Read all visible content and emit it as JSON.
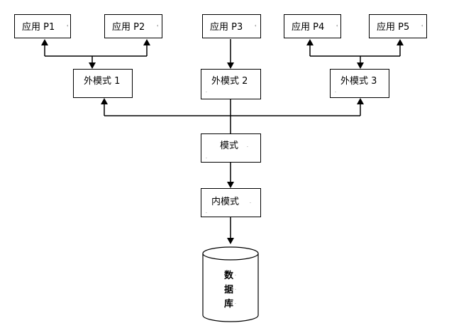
{
  "applications": [
    {
      "id": "P1",
      "label": "应用 P1"
    },
    {
      "id": "P2",
      "label": "应用 P2"
    },
    {
      "id": "P3",
      "label": "应用 P3"
    },
    {
      "id": "P4",
      "label": "应用 P4"
    },
    {
      "id": "P5",
      "label": "应用 P5"
    }
  ],
  "external_schemas": [
    {
      "label": "外模式 1"
    },
    {
      "label": "外模式 2"
    },
    {
      "label": "外模式 3"
    }
  ],
  "schema": {
    "label": "模式"
  },
  "internal_schema": {
    "label": "内模式"
  },
  "database": {
    "chars": [
      "数",
      "据",
      "库"
    ]
  },
  "colors": {
    "stroke": "#000000",
    "background": "#ffffff"
  }
}
